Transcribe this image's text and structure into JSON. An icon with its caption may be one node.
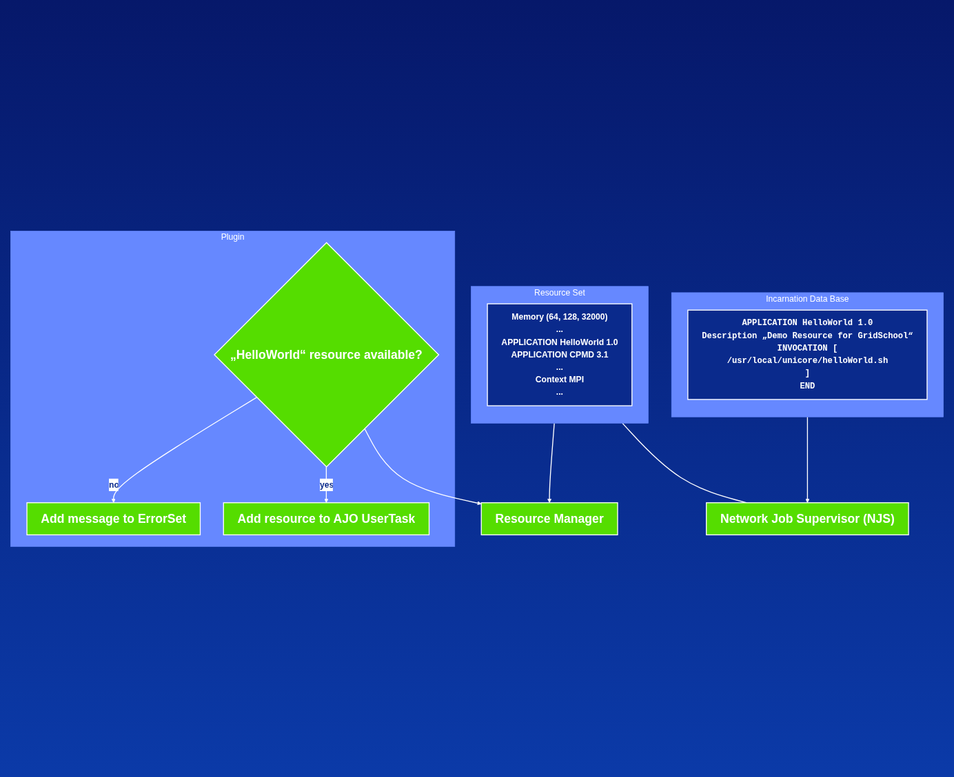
{
  "diagram": {
    "nodes": [
      {
        "text": [
          "Resource Manager"
        ]
      },
      {
        "text": [
          "Plugin"
        ]
      },
      {
        "text": [
          "„HelloWorld“ resource available?"
        ],
        "in": 1
      },
      {
        "text": [
          "Add message to ErrorSet"
        ],
        "in": 1
      },
      {
        "text": [
          "Add resource to AJO UserTask"
        ],
        "in": 1
      },
      {
        "text": [
          "Resource Set"
        ]
      },
      {
        "text": [
          "Memory (64, 128, 32000)",
          "...",
          "APPLICATION HelloWorld 1.0",
          "APPLICATION CPMD 3.1",
          "...",
          "Context MPI",
          "..."
        ],
        "in": 5
      },
      {
        "text": [
          "Network Job Supervisor (NJS)"
        ]
      },
      {
        "text": [
          "Incarnation Data Base"
        ]
      },
      {
        "text": [
          "APPLICATION HelloWorld 1.0",
          "Description „Demo Resource for GridSchool“",
          "INVOCATION [",
          "/usr/local/unicore/helloWorld.sh",
          "]",
          "END"
        ],
        "in": 8
      }
    ],
    "edges": [
      {
        "from": 2,
        "to": 0,
        "arrow": "to"
      },
      {
        "from": 2,
        "to": 3,
        "label": "no",
        "arrow": "to"
      },
      {
        "from": 2,
        "to": 4,
        "label": "yes",
        "arrow": "to"
      },
      {
        "from": 5,
        "to": 0,
        "arrow": "to"
      },
      {
        "from": 5,
        "to": 7,
        "arrow": "none"
      },
      {
        "from": 8,
        "to": 7,
        "arrow": "to"
      }
    ]
  }
}
